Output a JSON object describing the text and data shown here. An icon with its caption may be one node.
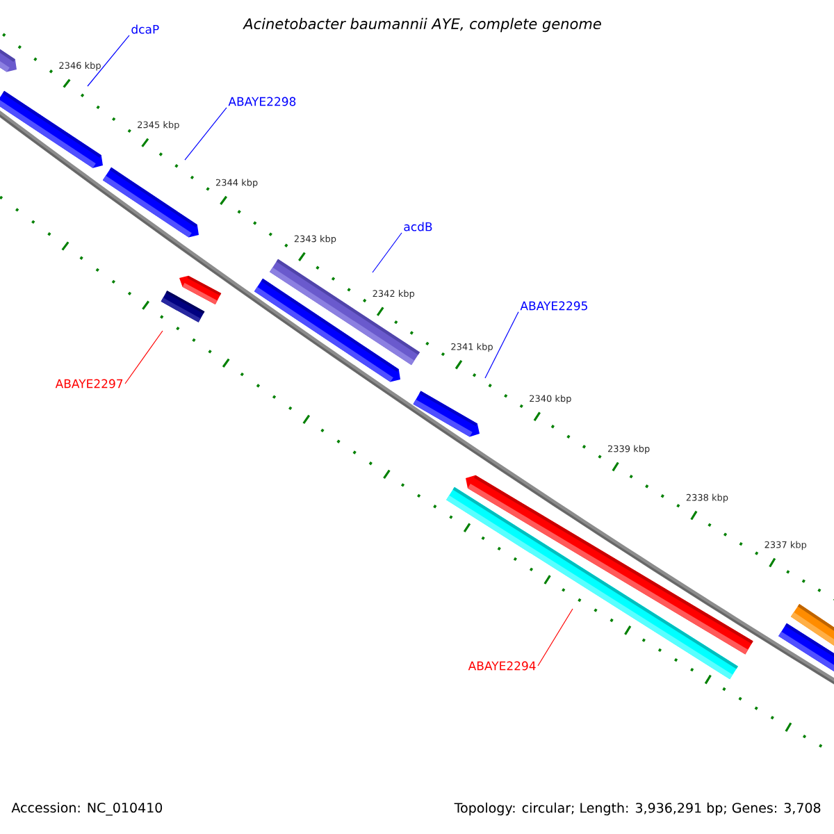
{
  "diagram": {
    "title": "Acinetobacter baumannii AYE, complete genome",
    "nodes": [
      {
        "text": [
          "dcaP"
        ]
      },
      {
        "text": [
          "ABAYE2298"
        ]
      },
      {
        "text": [
          "acdB"
        ]
      },
      {
        "text": [
          "ABAYE2295"
        ]
      },
      {
        "text": [
          "ABAYE2297"
        ]
      },
      {
        "text": [
          "ABAYE2294"
        ]
      }
    ],
    "edges": [
      {
        "from": 0,
        "to": null,
        "arrow": "none"
      },
      {
        "from": 1,
        "to": null,
        "arrow": "none"
      },
      {
        "from": 2,
        "to": null,
        "arrow": "none"
      },
      {
        "from": 3,
        "to": null,
        "arrow": "none"
      },
      {
        "from": 4,
        "to": null,
        "arrow": "none",
        "color": "#ff0000"
      },
      {
        "from": 5,
        "to": null,
        "arrow": "none",
        "color": "#ff0000"
      }
    ],
    "labels": [
      "2346 kbp",
      "2345 kbp",
      "2344 kbp",
      "2343 kbp",
      "2342 kbp",
      "2341 kbp",
      "2340 kbp",
      "2339 kbp",
      "2338 kbp",
      "2337 kbp",
      "Accession: NC_010410",
      "Topology: circular; Length: 3,936,291 bp; Genes: 3,708"
    ]
  }
}
